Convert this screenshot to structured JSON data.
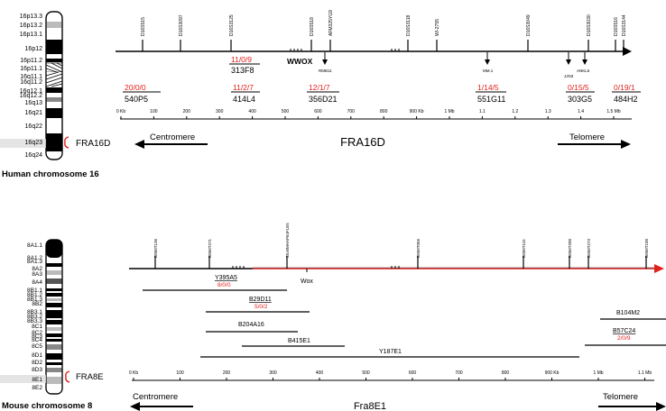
{
  "human": {
    "bands": [
      "16p13.3",
      "16p13.2",
      "16p13.1",
      "16p12",
      "16p11.2",
      "16p11.1",
      "16q11.1",
      "16q11.2",
      "16q12.1",
      "16q12.2",
      "16q13",
      "16q21",
      "16q22",
      "16q23",
      "16q24"
    ],
    "fra_label": "FRA16D",
    "caption": "Human chromosome 16",
    "markers": [
      "D16S515",
      "D16S3097",
      "D16S3125",
      "D16S518",
      "AFM325YG9",
      "D16S3118",
      "WI-2755",
      "D16S3049",
      "D16S3030",
      "D16S516",
      "D16S3144"
    ],
    "gene": "WWOX",
    "small_markers": [
      "RMB11",
      "MM.1",
      "ANKL6",
      "JJN3"
    ],
    "clones": [
      {
        "counts": "20/0/0",
        "name": "540P5"
      },
      {
        "counts": "11/0/9",
        "name": "313F8"
      },
      {
        "counts": "11/2/7",
        "name": "414L4"
      },
      {
        "counts": "12/1/7",
        "name": "356D21"
      },
      {
        "counts": "1/14/5",
        "name": "551G11"
      },
      {
        "counts": "0/15/5",
        "name": "303G5"
      },
      {
        "counts": "0/19/1",
        "name": "484H2"
      }
    ],
    "scale": [
      "0 Kb",
      "100",
      "200",
      "300",
      "400",
      "500",
      "600",
      "700",
      "800",
      "900 Kb",
      "1 Mb",
      "1.1",
      "1.2",
      "1.3",
      "1.4",
      "1.5 Mb"
    ],
    "centromere": "Centromere",
    "telomere": "Telomere",
    "title": "FRA16D"
  },
  "mouse": {
    "bands": [
      "8A1.1",
      "8A1.2",
      "8A1.3",
      "8A2",
      "8A3",
      "8A4",
      "8B1.1",
      "8B1.2",
      "8B1.3",
      "8B2",
      "8B3.1",
      "8B3.2",
      "8B3.3",
      "8C1",
      "8C2",
      "8C3",
      "8C4",
      "8C5",
      "8D1",
      "8D2",
      "8D3",
      "8E1",
      "8E2"
    ],
    "fra_label": "FRA8E",
    "caption": "Mouse chromosome 8",
    "markers": [
      "D8MIT136",
      "D8MIT271",
      "38.MMHAP64FLE5",
      "D8MIT056",
      "D8MIT115",
      "D8MIT200",
      "D8MIT273",
      "D8MIT100"
    ],
    "gene": "Wox",
    "clones": [
      {
        "name": "Y395A5",
        "counts": "8/0/0"
      },
      {
        "name": "B29D11",
        "counts": "5/0/2"
      },
      {
        "name": "B204A16",
        "counts": ""
      },
      {
        "name": "B415E1",
        "counts": ""
      },
      {
        "name": "Y187E1",
        "counts": ""
      },
      {
        "name": "B104M2",
        "counts": ""
      },
      {
        "name": "B57C24",
        "counts": "2/0/9"
      }
    ],
    "scale": [
      "0 Kb",
      "100",
      "200",
      "300",
      "400",
      "500",
      "600",
      "700",
      "800",
      "900 Kb",
      "1 Mb",
      "1.1 Mb"
    ],
    "centromere": "Centromere",
    "telomere": "Telomere",
    "title": "Fra8E1"
  }
}
